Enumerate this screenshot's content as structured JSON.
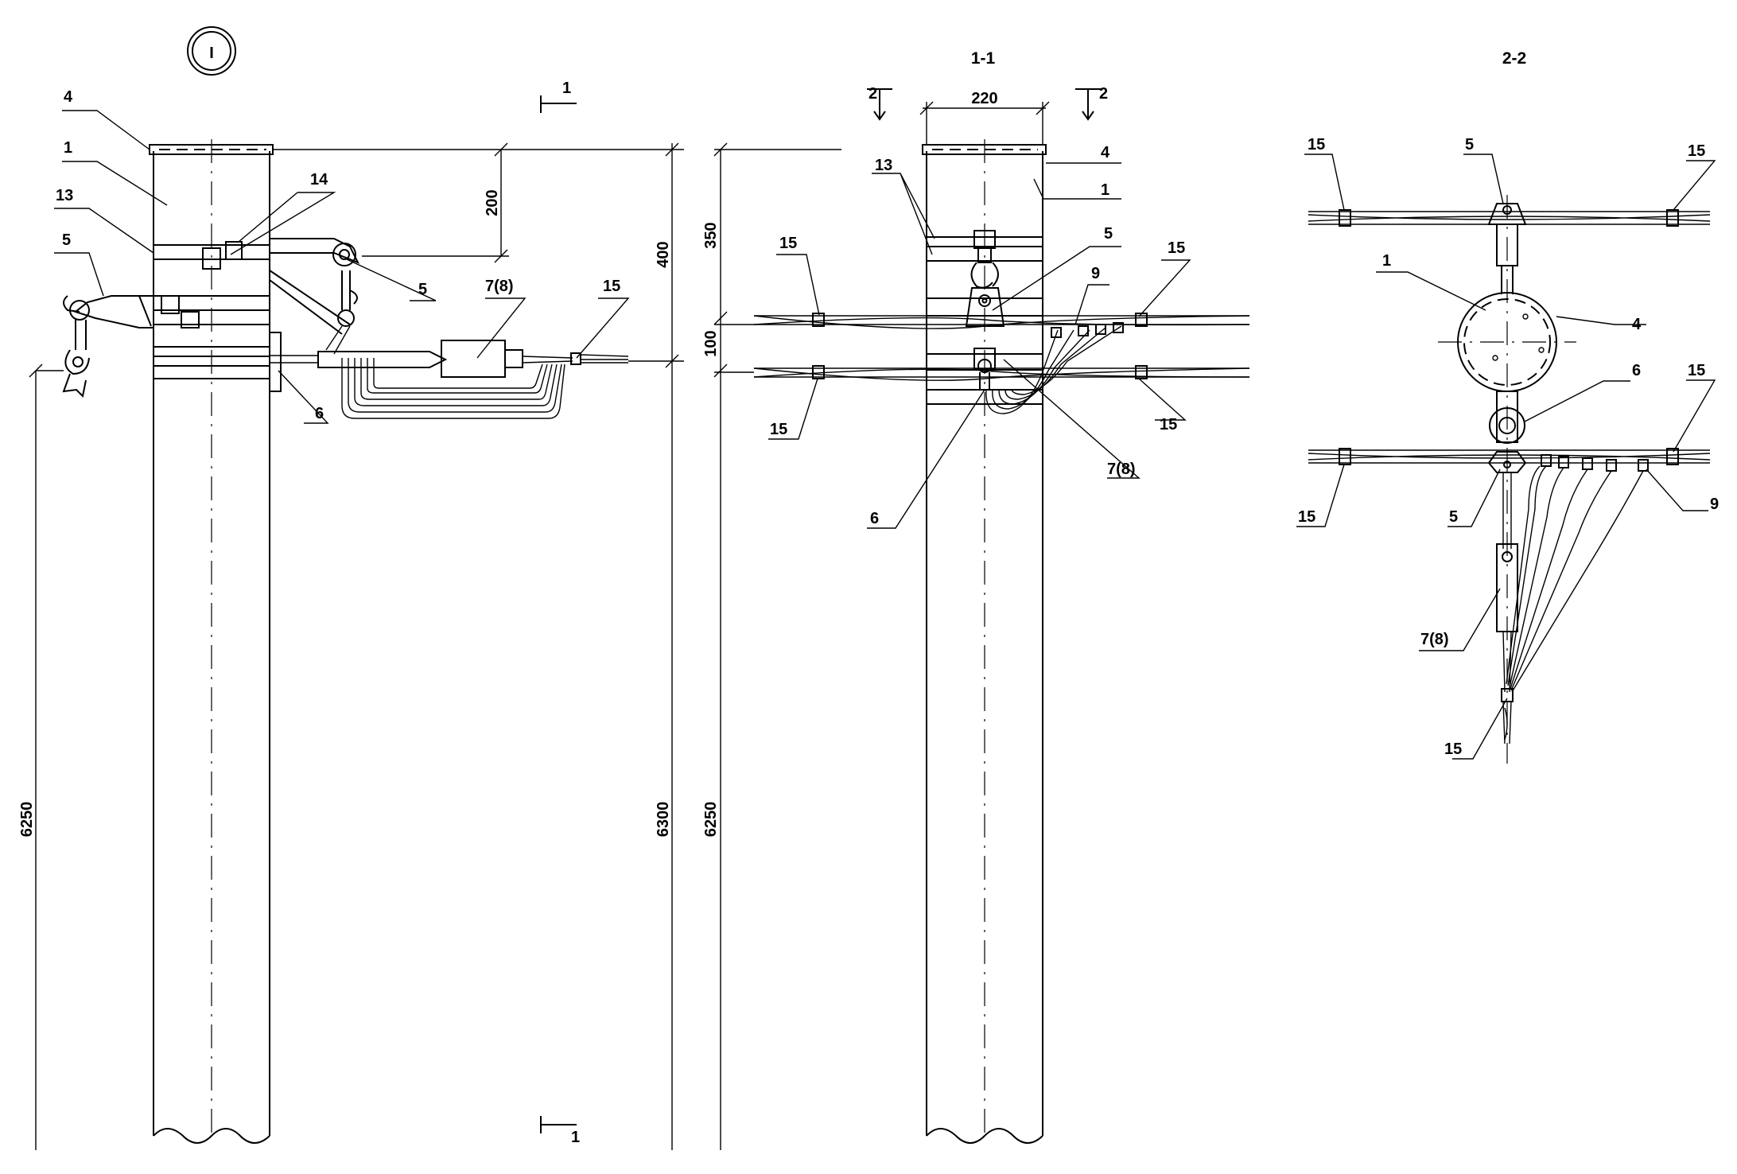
{
  "views": {
    "main": {
      "marker": "I",
      "section_marks": [
        "1",
        "1"
      ],
      "callouts": [
        "4",
        "1",
        "13",
        "14",
        "5",
        "5",
        "7(8)",
        "15",
        "6"
      ],
      "dimensions": [
        "200",
        "400",
        "6250",
        "6300"
      ]
    },
    "section_1_1": {
      "title": "1-1",
      "section_marks": [
        "2",
        "2"
      ],
      "callouts": [
        "13",
        "4",
        "1",
        "5",
        "9",
        "15",
        "15",
        "15",
        "15",
        "6",
        "7(8)"
      ],
      "dimensions": [
        "220",
        "350",
        "100",
        "6250"
      ]
    },
    "section_2_2": {
      "title": "2-2",
      "callouts": [
        "15",
        "5",
        "15",
        "1",
        "4",
        "6",
        "15",
        "15",
        "5",
        "9",
        "7(8)",
        "15"
      ]
    }
  }
}
